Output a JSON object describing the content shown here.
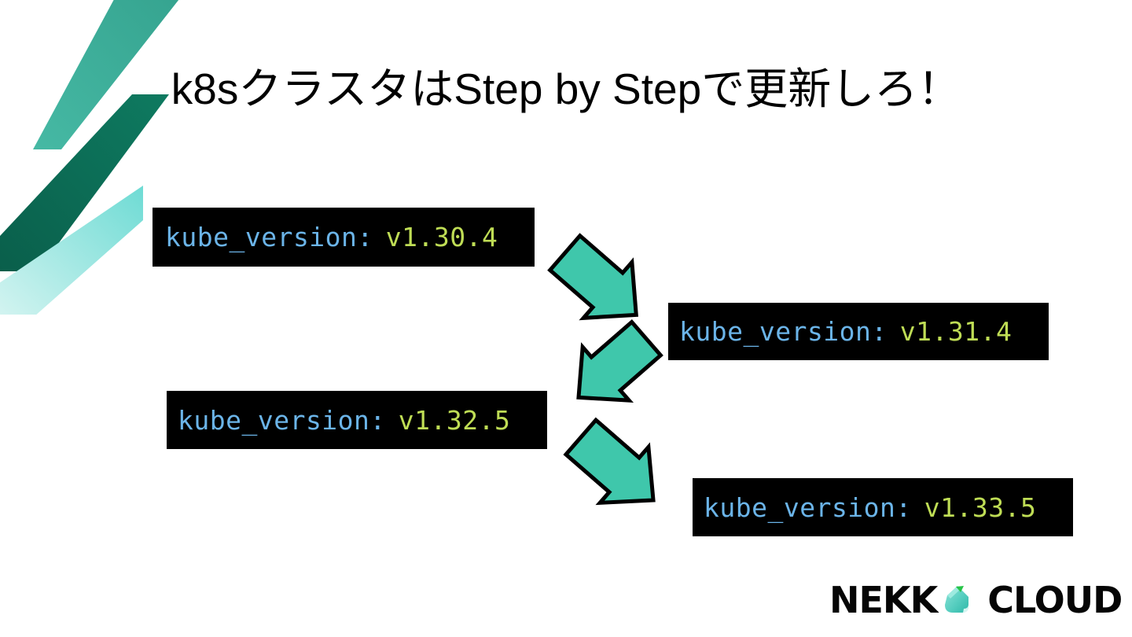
{
  "slide": {
    "title": "k8sクラスタはStep by Stepで更新しろ！",
    "background_color": "#ffffff"
  },
  "decoration": {
    "name": "diagonal-stripes",
    "stripes": [
      {
        "name": "stripe-medium-teal",
        "color_start": "#2FB39A",
        "color_end": "#35A38F"
      },
      {
        "name": "stripe-dark-teal",
        "color_start": "#0C6B55",
        "color_end": "#0E7A60"
      },
      {
        "name": "stripe-light-cyan",
        "color_start": "#6EDBD4",
        "color_end": "#CFF2EF"
      }
    ]
  },
  "code_boxes": [
    {
      "key": "kube_version",
      "colon": ":",
      "value": "v1.30.4",
      "full_text": "kube_version: v1.30.4"
    },
    {
      "key": "kube_version",
      "colon": ":",
      "value": "v1.31.4",
      "full_text": "kube_version: v1.31.4"
    },
    {
      "key": "kube_version",
      "colon": ":",
      "value": "v1.32.5",
      "full_text": "kube_version: v1.32.5"
    },
    {
      "key": "kube_version",
      "colon": ":",
      "value": "v1.33.5",
      "full_text": "kube_version: v1.33.5"
    }
  ],
  "code_style": {
    "background": "#000000",
    "key_color": "#6BB4E8",
    "value_color": "#BFDD55"
  },
  "arrows": [
    {
      "name": "arrow-down-right-1",
      "direction": "down-right",
      "color": "#3FC7AB",
      "outline": "#000000"
    },
    {
      "name": "arrow-down-left-1",
      "direction": "down-left",
      "color": "#3FC7AB",
      "outline": "#000000"
    },
    {
      "name": "arrow-down-right-2",
      "direction": "down-right",
      "color": "#3FC7AB",
      "outline": "#000000"
    }
  ],
  "logo": {
    "word_one": "NEKK",
    "word_two": "CLOUD",
    "mark_name": "nekko-gem-icon",
    "mark_colors": {
      "body": "#6BD6C8",
      "shade": "#2FB8A8",
      "accent": "#27C447"
    },
    "text_color": "#050505"
  }
}
